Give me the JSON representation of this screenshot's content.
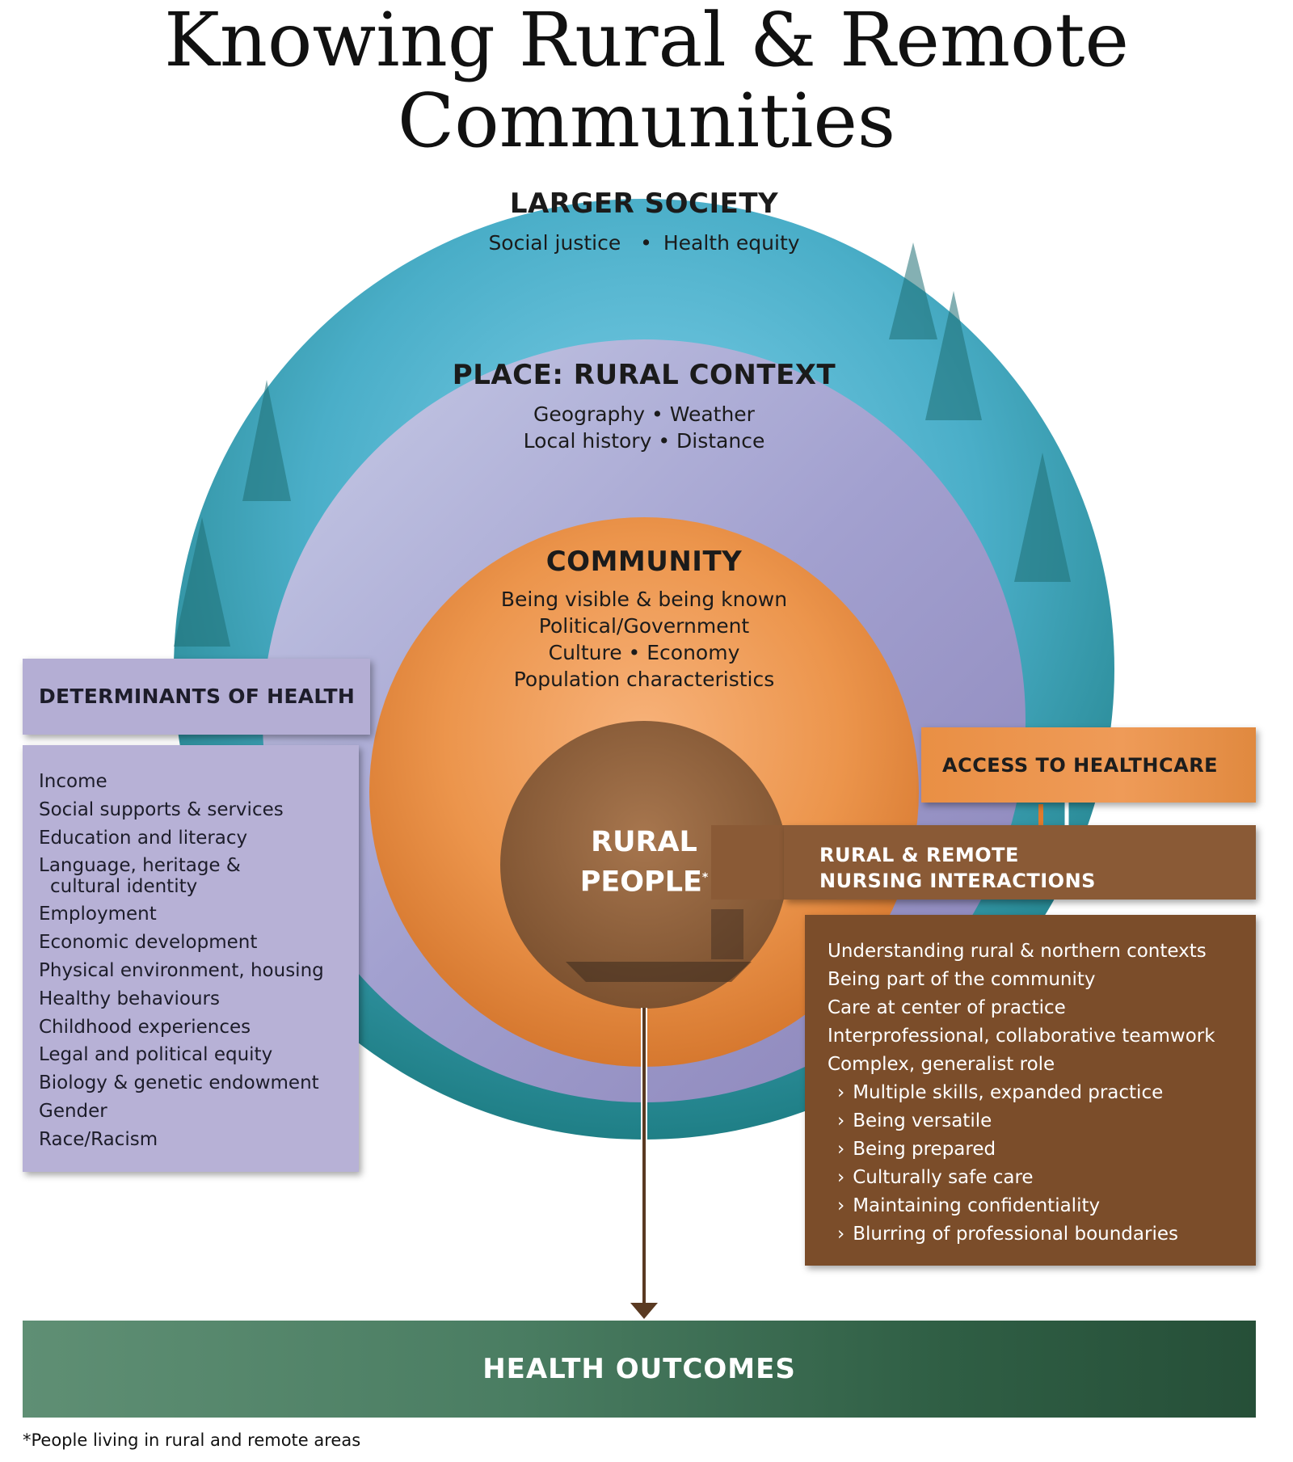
{
  "title": "Knowing Rural & Remote Communities",
  "larger_society": {
    "heading": "LARGER SOCIETY",
    "items": [
      "Social justice",
      "Health equity"
    ],
    "separator": "•"
  },
  "place": {
    "heading": "PLACE: RURAL CONTEXT",
    "lines": [
      "Geography • Weather",
      "Local history • Distance"
    ]
  },
  "community": {
    "heading": "COMMUNITY",
    "lines": [
      "Being visible & being known",
      "Political/Government",
      "Culture • Economy",
      "Population characteristics"
    ]
  },
  "rural_people": {
    "line1": "RURAL",
    "line2": "PEOPLE",
    "marker": "*"
  },
  "determinants": {
    "heading": "DETERMINANTS OF HEALTH",
    "items": [
      "Income",
      "Social supports & services",
      "Education and literacy",
      "Language, heritage &",
      "cultural identity",
      "Employment",
      "Economic development",
      "Physical environment, housing",
      "Healthy behaviours",
      "Childhood experiences",
      "Legal and political equity",
      "Biology & genetic endowment",
      "Gender",
      "Race/Racism"
    ]
  },
  "access": {
    "label": "ACCESS TO HEALTHCARE"
  },
  "nursing": {
    "heading_line1": "RURAL & REMOTE",
    "heading_line2": "NURSING INTERACTIONS",
    "items": [
      "Understanding rural & northern contexts",
      "Being part of the community",
      "Care at center of practice",
      "Interprofessional, collaborative teamwork",
      "Complex, generalist role"
    ],
    "sub_items": [
      "Multiple skills, expanded practice",
      "Being versatile",
      "Being prepared",
      "Culturally safe care",
      "Maintaining confidentiality",
      "Blurring of professional boundaries"
    ]
  },
  "outcomes": {
    "label": "HEALTH OUTCOMES"
  },
  "footnote": "*People living in rural and remote areas",
  "colors": {
    "society_ring": "#2f8a94",
    "place_ring": "#9d9ccc",
    "community_ring": "#e88f45",
    "people_circle": "#8c5d3a",
    "determinants_panel": "#b7b1d6",
    "nursing_panel": "#7b4d2a",
    "outcomes_bar": "#3f7058",
    "arrow": "#5a3a22"
  }
}
